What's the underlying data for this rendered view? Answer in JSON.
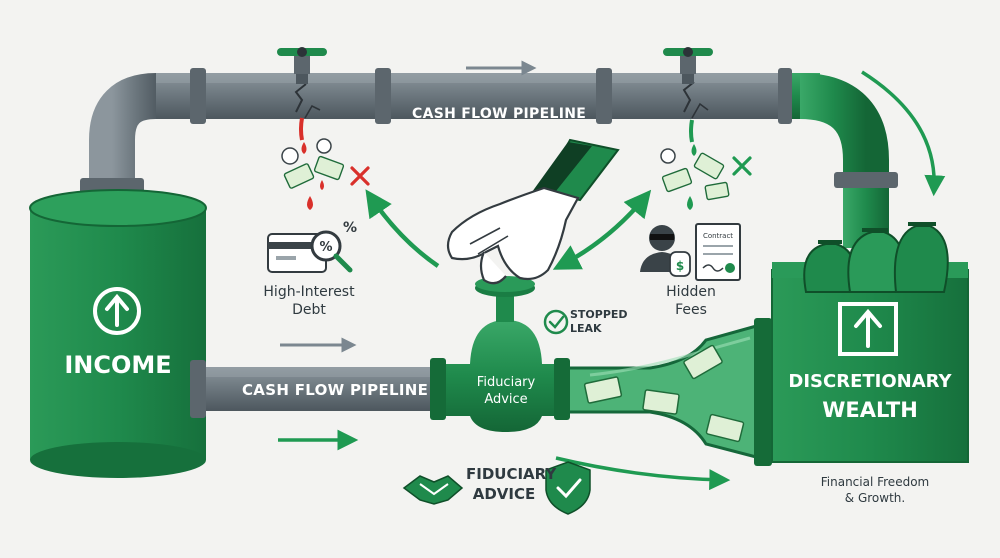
{
  "top_pipe_label": "CASH FLOW PIPELINE",
  "bottom_pipe_label": "CASH FLOW PIPELINE",
  "income_label": "INCOME",
  "wealth_label_line1": "DISCRETIONARY",
  "wealth_label_line2": "WEALTH",
  "valve_label_line1": "Fiduciary",
  "valve_label_line2": "Advice",
  "debt_label_line1": "High-Interest",
  "debt_label_line2": "Debt",
  "fees_label_line1": "Hidden",
  "fees_label_line2": "Fees",
  "stopped_leak_line1": "STOPPED",
  "stopped_leak_line2": "LEAK",
  "fiduciary_badge_line1": "FIDUCIARY",
  "fiduciary_badge_line2": "ADVICE",
  "freedom_line1": "Financial Freedom",
  "freedom_line2": "& Growth.",
  "percent_symbol": "%",
  "dollar_symbol": "$",
  "contract_label": "Contract",
  "colors": {
    "green": "#1f8a4c",
    "dark_green": "#156b38",
    "gray_pipe": "#6f7a82",
    "dark_gray": "#4a545b",
    "red": "#d9302b"
  }
}
